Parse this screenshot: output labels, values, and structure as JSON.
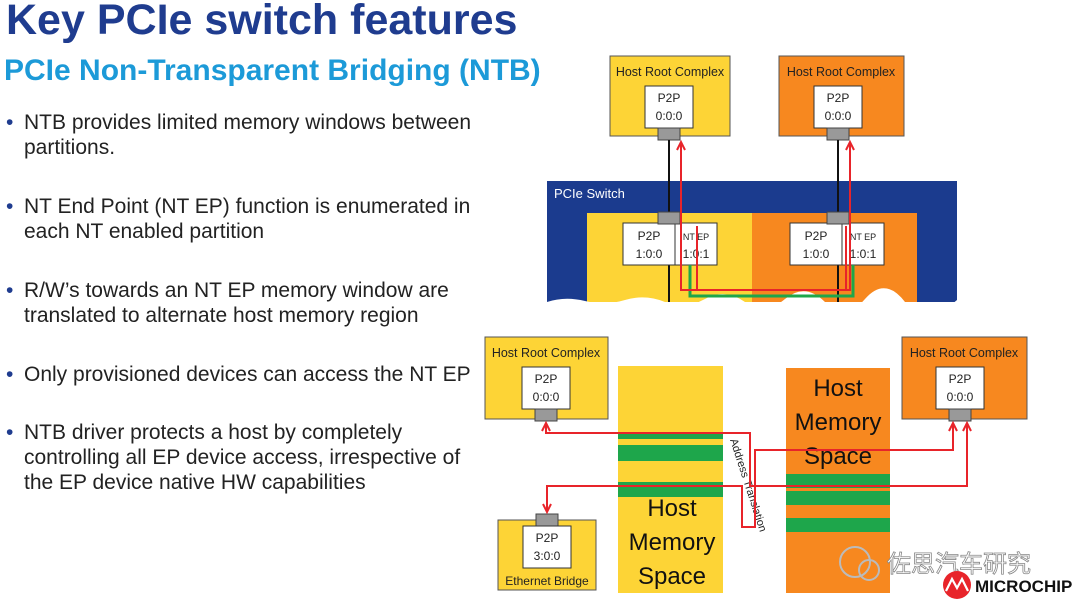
{
  "title": "Key PCIe switch features",
  "subtitle": "PCIe Non-Transparent Bridging (NTB)",
  "bullets": [
    "NTB provides limited memory windows between partitions.",
    "NT End Point (NT EP) function is enumerated in each NT enabled partition",
    "R/W’s towards an NT EP memory window are translated to alternate host memory region",
    "Only provisioned devices can access the NT EP",
    "NTB driver protects a host by completely controlling all EP device access, irrespective of the EP device native HW capabilities"
  ],
  "top_diagram": {
    "host_left": {
      "title": "Host Root Complex",
      "port": "P2P",
      "bdf": "0:0:0"
    },
    "host_right": {
      "title": "Host Root Complex",
      "port": "P2P",
      "bdf": "0:0:0"
    },
    "switch_label": "PCIe Switch",
    "partition_left": {
      "port": "P2P",
      "bdf": "1:0:0",
      "ntep": "NT EP",
      "ntep_bdf": "1:0:1"
    },
    "partition_right": {
      "port": "P2P",
      "bdf": "1:0:0",
      "ntep": "NT EP",
      "ntep_bdf": "1:0:1"
    }
  },
  "bottom_diagram": {
    "host_left": {
      "title": "Host Root Complex",
      "port": "P2P",
      "bdf": "0:0:0"
    },
    "host_right": {
      "title": "Host Root Complex",
      "port": "P2P",
      "bdf": "0:0:0"
    },
    "ethernet": {
      "port": "P2P",
      "bdf": "3:0:0",
      "label": "Ethernet Bridge"
    },
    "memory_left": [
      "Host",
      "Memory",
      "Space"
    ],
    "memory_right": [
      "Host",
      "Memory",
      "Space"
    ],
    "translation_label": "Address Translation"
  },
  "watermark": "佐思汽车研究",
  "logo": "MICROCHIP",
  "colors": {
    "yellow": "#fdd436",
    "orange": "#f7881f",
    "navy": "#1b3b8e",
    "green": "#1ea64b",
    "red": "#e8242a",
    "title_blue": "#1f3c8f",
    "subtitle_blue": "#1c9ad8"
  }
}
